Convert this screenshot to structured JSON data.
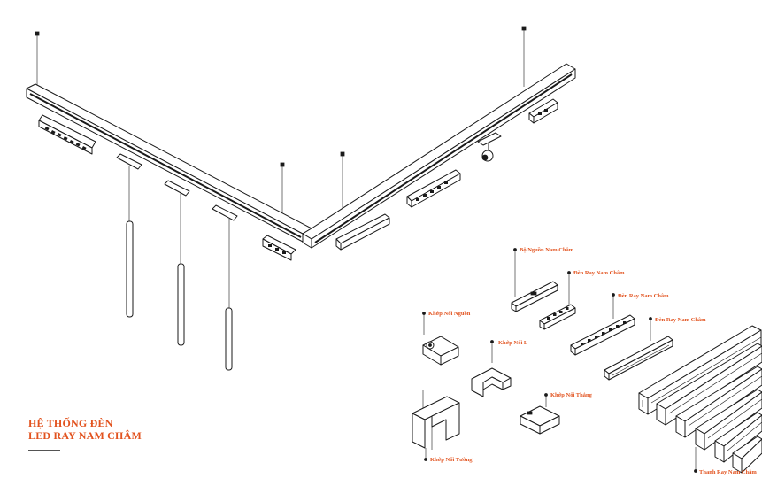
{
  "title": {
    "line1": "HỆ THỐNG ĐÈN",
    "line2": "LED RAY NAM CHÂM"
  },
  "labels": {
    "power_module": "Bộ Nguồn Nam Châm",
    "track_light_1": "Đèn Ray Nam Châm",
    "track_light_2": "Đèn Ray Nam Châm",
    "track_light_3": "Đèn Ray Nam Châm",
    "power_connector": "Khớp Nối Nguồn",
    "l_connector": "Khớp Nối L",
    "straight_connector": "Khớp Nối Thẳng",
    "wall_connector": "Khớp Nối Tường",
    "track_bar": "Thanh Ray Nam Châm"
  },
  "colors": {
    "accent": "#e2531f",
    "line": "#1a1a1a"
  }
}
